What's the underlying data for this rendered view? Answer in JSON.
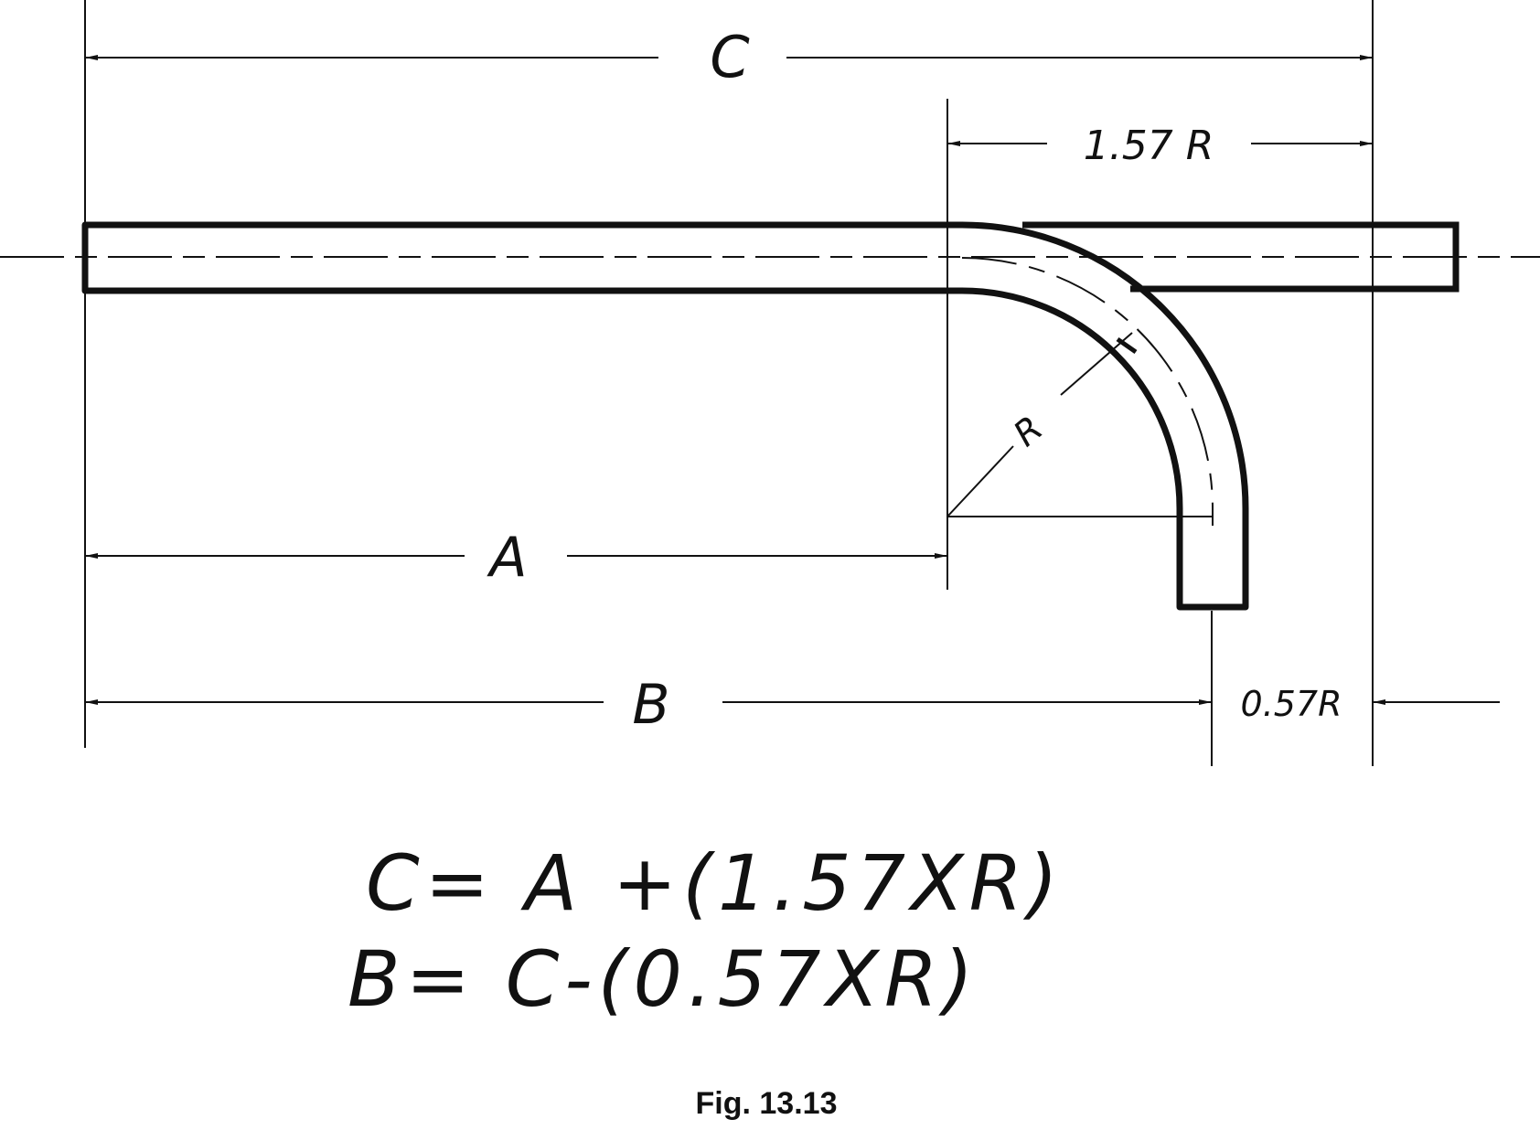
{
  "dimensions": {
    "c_label": "C",
    "arc_len_label": "1.57 R",
    "a_label": "A",
    "b_label": "B",
    "offset_label": "0.57R",
    "radius_label": "R"
  },
  "formulas": {
    "line1": "C= A +(1.57XR)",
    "line2": "B= C-(0.57XR)"
  },
  "caption": "Fig. 13.13",
  "colors": {
    "ink": "#111111",
    "paper": "#ffffff"
  }
}
